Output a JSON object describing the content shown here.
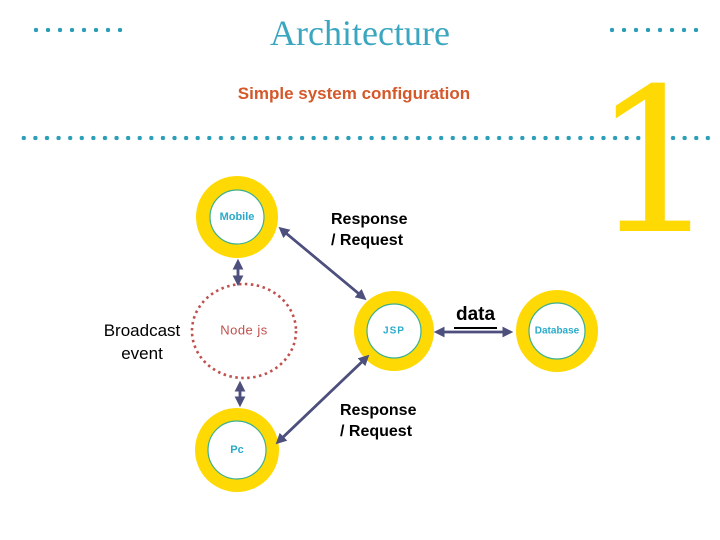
{
  "slide": {
    "title": "Architecture",
    "subtitle": "Simple system configuration",
    "slide_number": "1"
  },
  "colors": {
    "title_teal": "#3BA6BF",
    "dots_teal": "#2B9EB8",
    "subtitle_orange": "#D4582A",
    "node_ring_yellow": "#FFD903",
    "node_inner_stroke_green": "#3CB08F",
    "node_label_teal": "#29ABCB",
    "nodejs_dotted_red": "#C0504D",
    "arrow_dark_blue": "#4D4F7D",
    "edge_label_black": "#000000"
  },
  "diagram": {
    "nodes": {
      "mobile": {
        "label": "Mobile"
      },
      "nodejs": {
        "label": "Node js"
      },
      "jsp": {
        "label": "JSP"
      },
      "pc": {
        "label": "Pc"
      },
      "database": {
        "label": "Database"
      }
    },
    "labels": {
      "response_request_top": {
        "line1": "Response",
        "line2": "/ Request"
      },
      "response_request_bottom": {
        "line1": "Response",
        "line2": "/ Request"
      },
      "data_label": "data",
      "broadcast_event": {
        "line1": "Broadcast",
        "line2": "event"
      }
    },
    "edges": [
      {
        "from": "Mobile",
        "to": "Node js",
        "style": "bidirectional",
        "label": ""
      },
      {
        "from": "Mobile",
        "to": "JSP",
        "style": "bidirectional",
        "label": "Response / Request"
      },
      {
        "from": "Node js",
        "to": "Pc",
        "style": "bidirectional",
        "label": ""
      },
      {
        "from": "JSP",
        "to": "Pc",
        "style": "bidirectional",
        "label": "Response / Request"
      },
      {
        "from": "JSP",
        "to": "Database",
        "style": "bidirectional",
        "label": "data"
      },
      {
        "from": "Node js",
        "to": "broadcast",
        "style": "annotation",
        "label": "Broadcast event"
      }
    ]
  }
}
